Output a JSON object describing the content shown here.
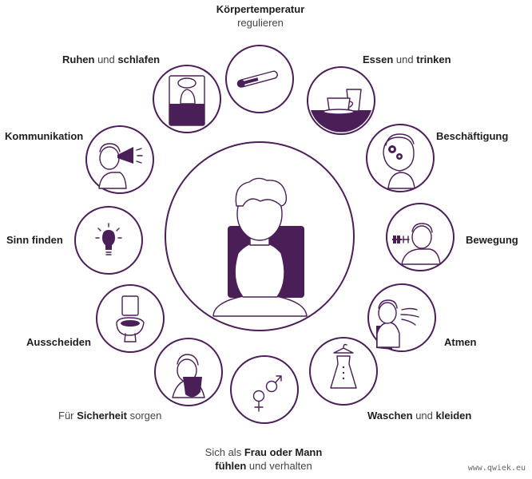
{
  "colors": {
    "accent": "#4a1f57",
    "ring": "#4a1f57",
    "outline": "#4a1f57"
  },
  "center": {
    "icon": "person-in-chair-icon"
  },
  "labels": {
    "koerpertemperatur": {
      "b1": "Körpertemperatur",
      "t1": "regulieren"
    },
    "essen": {
      "b1": "Essen",
      "t1": " und ",
      "b2": "trinken"
    },
    "beschaeftigung": {
      "b1": "Beschäftigung"
    },
    "bewegung": {
      "b1": "Bewegung"
    },
    "atmen": {
      "b1": "Atmen"
    },
    "waschen": {
      "b1": "Waschen",
      "t1": " und ",
      "b2": "kleiden"
    },
    "frau_mann": {
      "t1": "Sich als ",
      "b1": "Frau oder Mann",
      "b2": "fühlen",
      "t2": " und verhalten"
    },
    "sicherheit": {
      "t1": "Für ",
      "b1": "Sicherheit",
      "t2": " sorgen"
    },
    "ausscheiden": {
      "b1": "Ausscheiden"
    },
    "sinn": {
      "b1": "Sinn finden"
    },
    "kommunikation": {
      "b1": "Kommunikation"
    },
    "ruhen": {
      "b1": "Ruhen",
      "t1": " und ",
      "b2": "schlafen"
    }
  },
  "icons": [
    "thermometer-icon",
    "coffee-cup-icon",
    "head-with-gears-icon",
    "dumbbell-icon",
    "breathing-person-icon",
    "dress-on-hanger-icon",
    "gender-symbols-icon",
    "shield-person-icon",
    "toilet-icon",
    "light-bulb-icon",
    "megaphone-icon",
    "bed-sleeping-icon"
  ],
  "watermark": "www.qwiek.eu"
}
